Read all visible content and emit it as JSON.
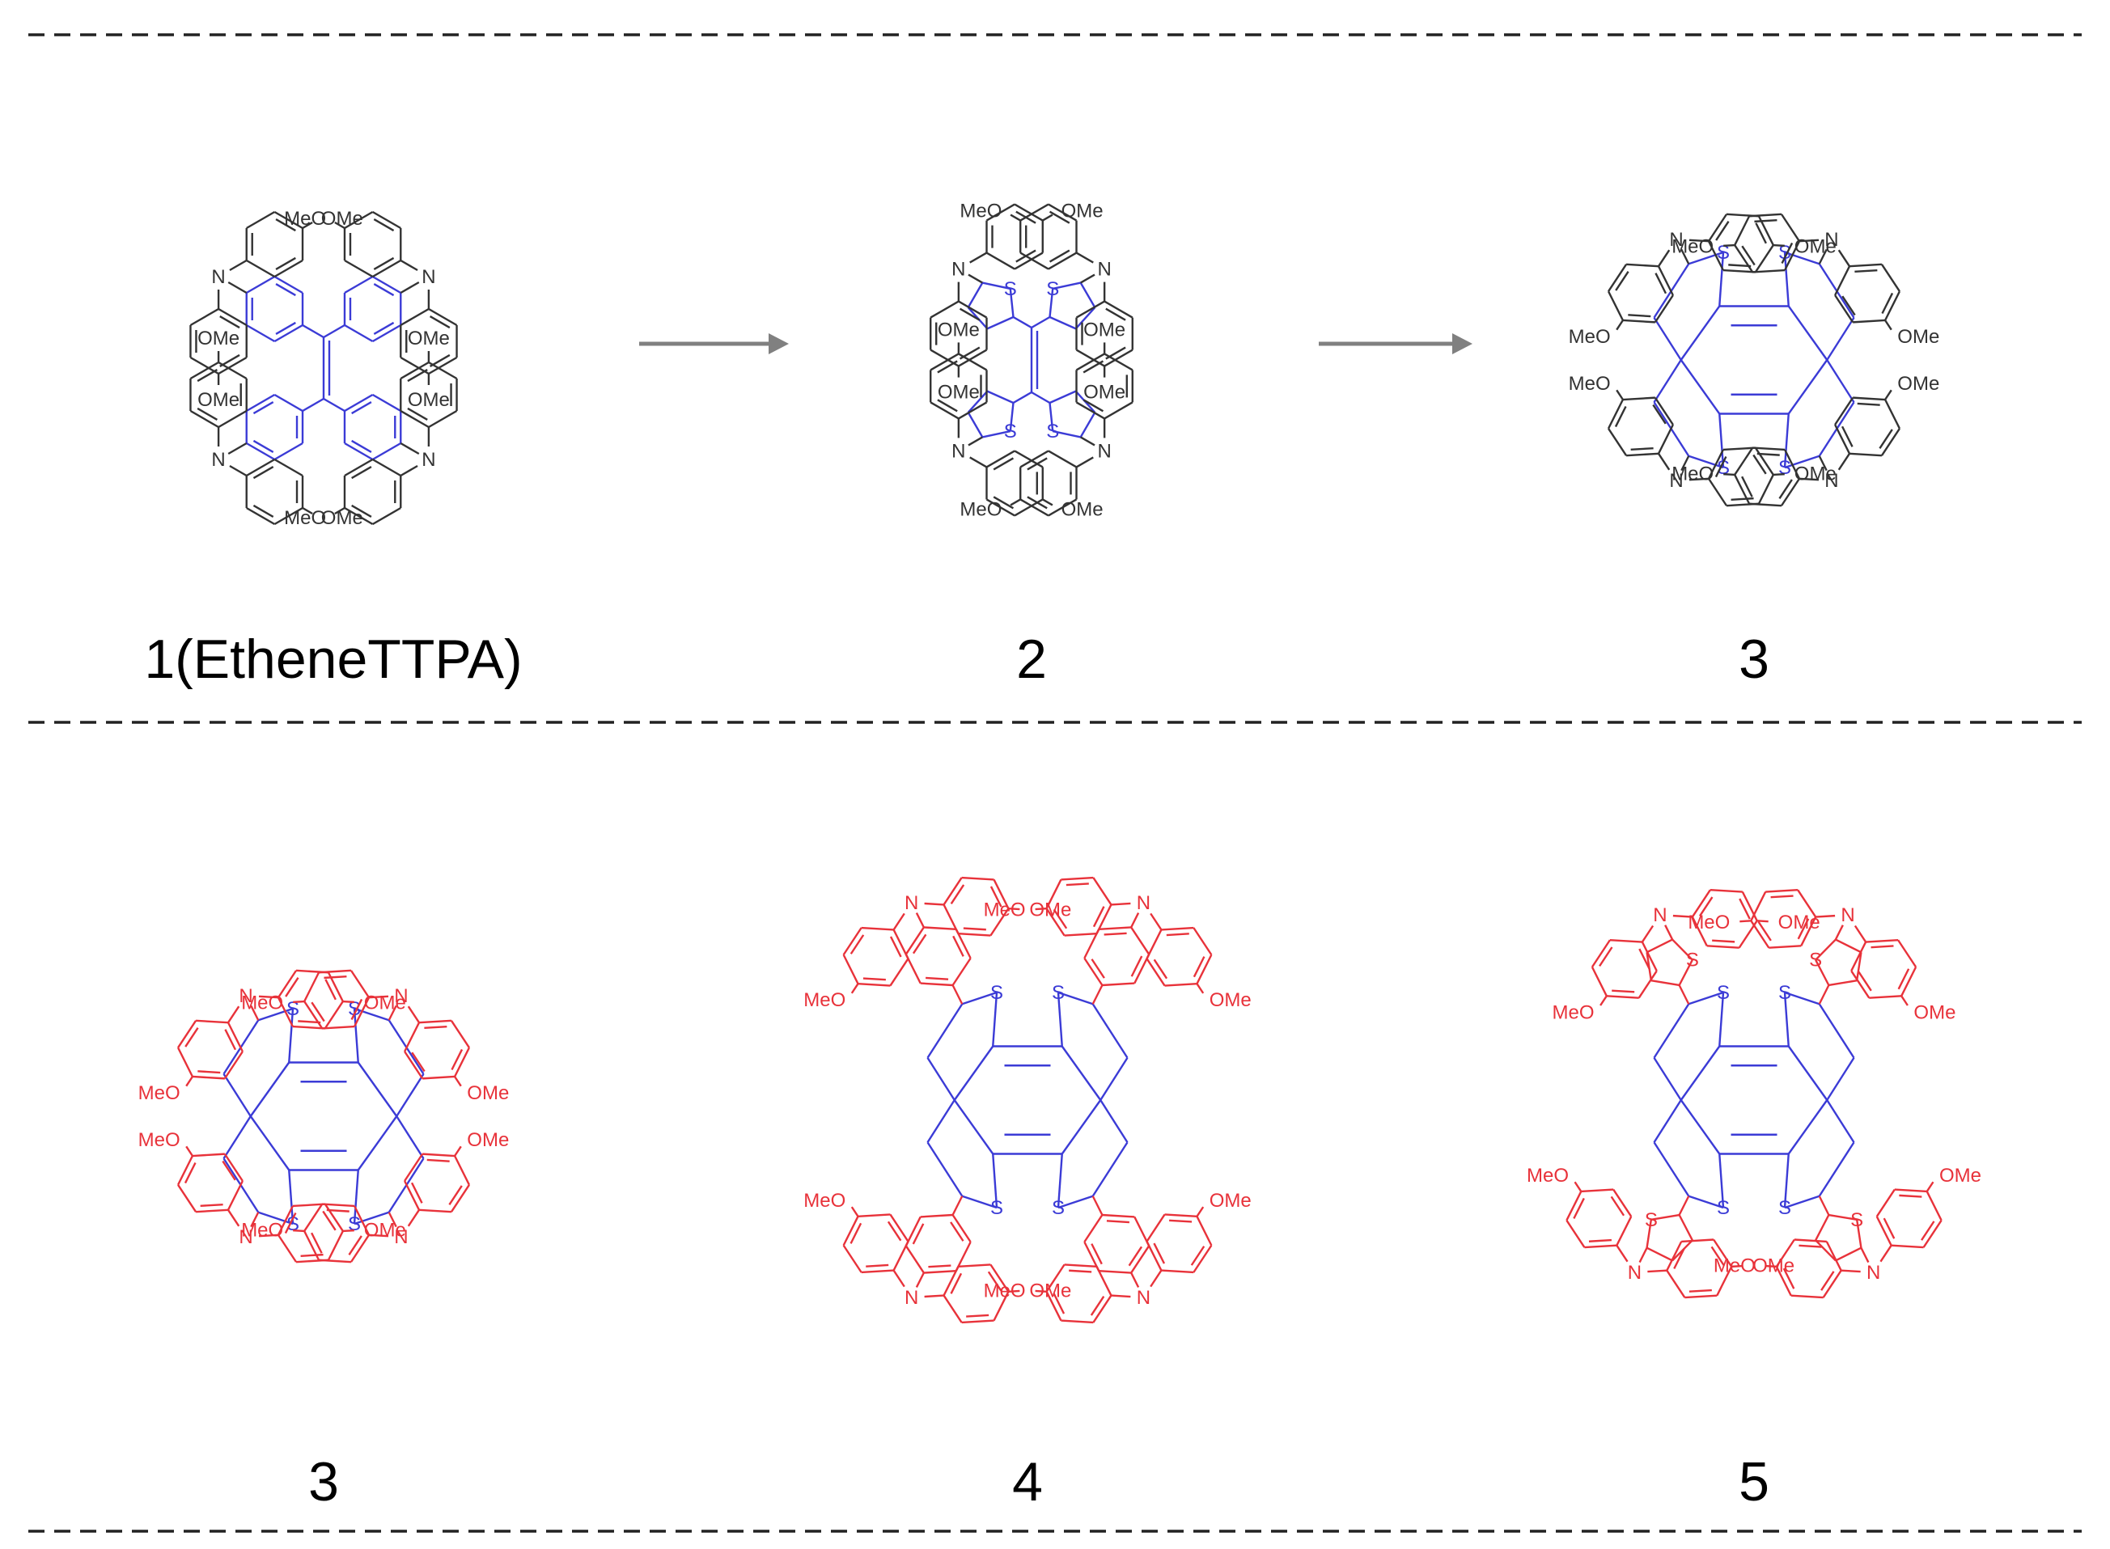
{
  "colors": {
    "black": "#333333",
    "blue": "#3b3bd6",
    "red": "#e8323a",
    "arrow": "#808080",
    "separator": "#222222"
  },
  "atoms": {
    "methoxy": "OMe",
    "methoxy_left": "MeO",
    "nitrogen": "N",
    "sulfur": "S"
  },
  "compounds": [
    {
      "id": "1",
      "label": "1(EtheneTTPA)",
      "core": "tetraphenylethene"
    },
    {
      "id": "2",
      "label": "2",
      "core": "tetrathienylethene"
    },
    {
      "id": "3",
      "label": "3",
      "core": "tetrathienonaphthalene"
    },
    {
      "id": "3b",
      "label": "3",
      "core": "tetrathienonaphthalene"
    },
    {
      "id": "4",
      "label": "4",
      "core": "tetrathienonaphthalene + phenylene spacer"
    },
    {
      "id": "5",
      "label": "5",
      "core": "tetrathienonaphthalene + thienylene spacer"
    }
  ],
  "arrows": [
    {
      "from": "1",
      "to": "2"
    },
    {
      "from": "2",
      "to": "3"
    }
  ]
}
